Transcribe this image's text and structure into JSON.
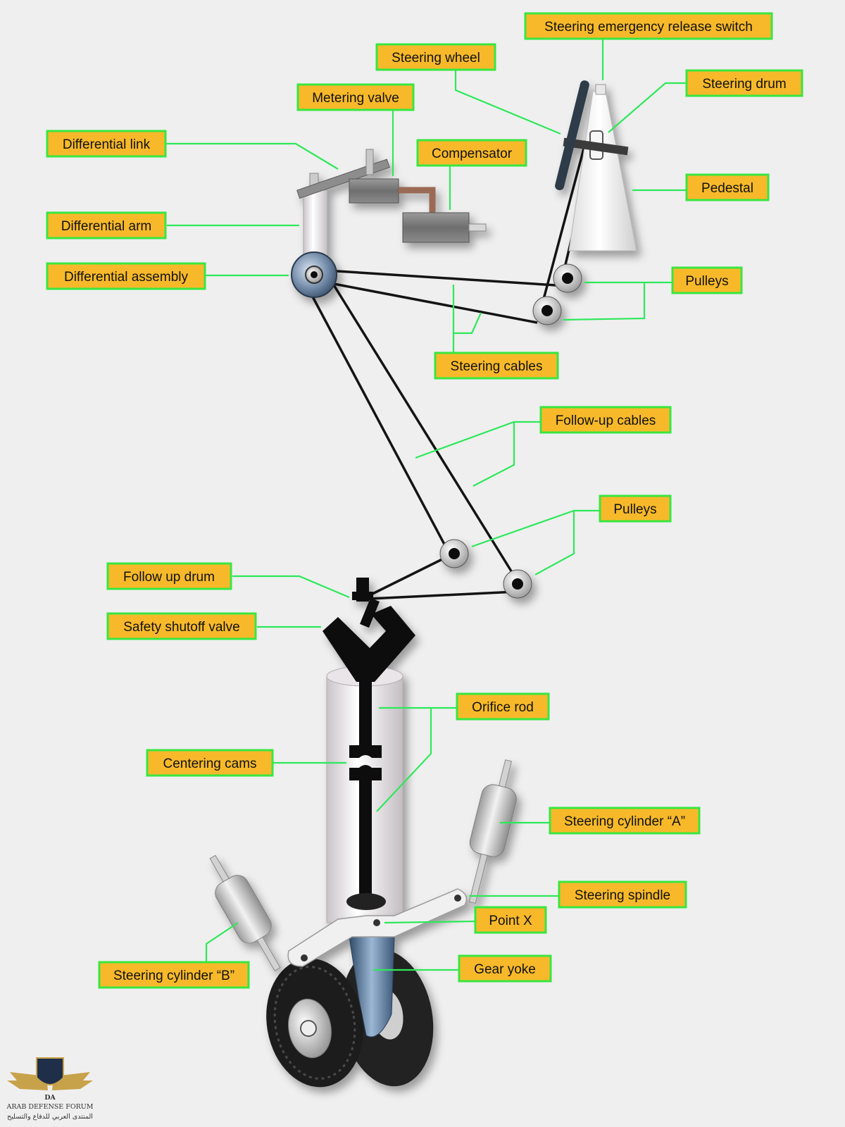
{
  "colors": {
    "background": "#efefef",
    "label_fill": "#f7b92a",
    "label_border": "#39e640",
    "leader_line": "#2ee85a",
    "cable": "#141414"
  },
  "labels": {
    "steering_emergency_release_switch": "Steering emergency release switch",
    "steering_wheel": "Steering wheel",
    "steering_drum": "Steering drum",
    "metering_valve": "Metering valve",
    "differential_link": "Differential link",
    "compensator": "Compensator",
    "pedestal": "Pedestal",
    "differential_arm": "Differential arm",
    "differential_assembly": "Differential assembly",
    "pulleys_top": "Pulleys",
    "steering_cables": "Steering cables",
    "follow_up_cables": "Follow-up cables",
    "pulleys_bottom": "Pulleys",
    "follow_up_drum": "Follow up drum",
    "safety_shutoff_valve": "Safety shutoff valve",
    "orifice_rod": "Orifice rod",
    "centering_cams": "Centering cams",
    "steering_cylinder_a": "Steering cylinder “A”",
    "steering_spindle": "Steering spindle",
    "point_x": "Point X",
    "gear_yoke": "Gear yoke",
    "steering_cylinder_b": "Steering cylinder “B”"
  },
  "logo": {
    "monogram": "DA",
    "name": "ARAB DEFENSE FORUM",
    "name_arabic": "المنتدى العربي للدفاع والتسليح"
  }
}
